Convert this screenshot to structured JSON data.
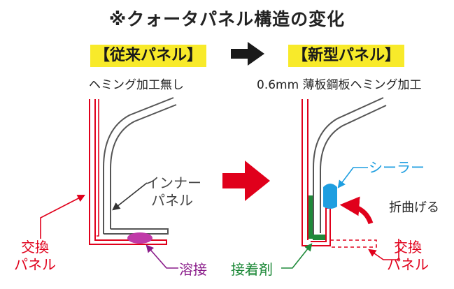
{
  "title": "※クォータパネル構造の変化",
  "old_panel": {
    "tag": "【従来パネル】",
    "subtitle": "ヘミング加工無し",
    "inner_panel_label": "インナー\nパネル",
    "exchange_panel_label": "交換\nパネル",
    "weld_label": "溶接"
  },
  "new_panel": {
    "tag": "【新型パネル】",
    "subtitle": "0.6mm 薄板鋼板ヘミング加工",
    "sealer_label": "シーラー",
    "fold_label": "折曲げる",
    "adhesive_label": "接着剤",
    "exchange_panel_label": "交換\nパネル"
  },
  "colors": {
    "red": "#e0001b",
    "weld": "#c03aa8",
    "sealer": "#1e9ee0",
    "adhesive": "#1f8a3a",
    "tag_background": "#f8ea2a",
    "arrow_black": "#1a1a1a"
  },
  "icons": [
    "right-arrow-black-icon",
    "right-arrow-red-icon",
    "fold-arrow-icon"
  ]
}
